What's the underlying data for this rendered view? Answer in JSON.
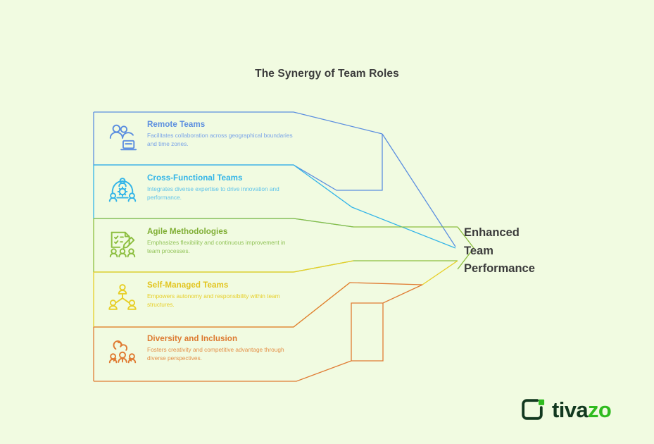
{
  "page": {
    "background_color": "#f1fbe1",
    "title": "The Synergy of Team Roles",
    "title_color": "#3b3b3b"
  },
  "chart_data": {
    "type": "diagram",
    "title": "The Synergy of Team Roles",
    "layout": "converging-arrow",
    "outcome": "Enhanced Team Performance",
    "categories": [
      "Remote Teams",
      "Cross-Functional Teams",
      "Agile Methodologies",
      "Self-Managed Teams",
      "Diversity and Inclusion"
    ],
    "descriptions": [
      "Facilitates collaboration across geographical boundaries and time zones.",
      "Integrates diverse expertise to drive innovation and performance.",
      "Emphasizes flexibility and continuous improvement in team processes.",
      "Empowers autonomy and responsibility within team structures.",
      "Fosters creativity and competitive advantage through diverse perspectives."
    ],
    "colors": [
      "#5b8ee0",
      "#31b4e8",
      "#8cbe3f",
      "#e7cf27",
      "#e07b33"
    ]
  },
  "rows": [
    {
      "id": "remote-teams",
      "title": "Remote Teams",
      "desc": "Facilitates collaboration across geographical boundaries and time zones.",
      "color": "#5b8ee0",
      "icon": "people-laptop-icon"
    },
    {
      "id": "cross-functional-teams",
      "title": "Cross-Functional Teams",
      "desc": "Integrates diverse expertise to drive innovation and performance.",
      "color": "#31b4e8",
      "icon": "people-gear-icon"
    },
    {
      "id": "agile-methodologies",
      "title": "Agile Methodologies",
      "desc": "Emphasizes flexibility and continuous improvement in team processes.",
      "color": "#8cbe3f",
      "icon": "checklist-pencil-people-icon"
    },
    {
      "id": "self-managed-teams",
      "title": "Self-Managed Teams",
      "desc": "Empowers autonomy and responsibility within team structures.",
      "color": "#e7cf27",
      "icon": "org-chart-people-icon"
    },
    {
      "id": "diversity-and-inclusion",
      "title": "Diversity and Inclusion",
      "desc": "Fosters creativity and competitive advantage through diverse perspectives.",
      "color": "#e07b33",
      "icon": "diverse-people-icon"
    }
  ],
  "outcome": {
    "line1": "Enhanced",
    "line2": "Team",
    "line3": "Performance",
    "full": "Enhanced Team Performance",
    "color": "#3b3b3b"
  },
  "logo": {
    "name_dark": "tiva",
    "name_accent": "zo",
    "full": "tivazo",
    "dark_color": "#12381f",
    "accent_color": "#2fbb1f",
    "mark": "bracket-square-icon"
  }
}
